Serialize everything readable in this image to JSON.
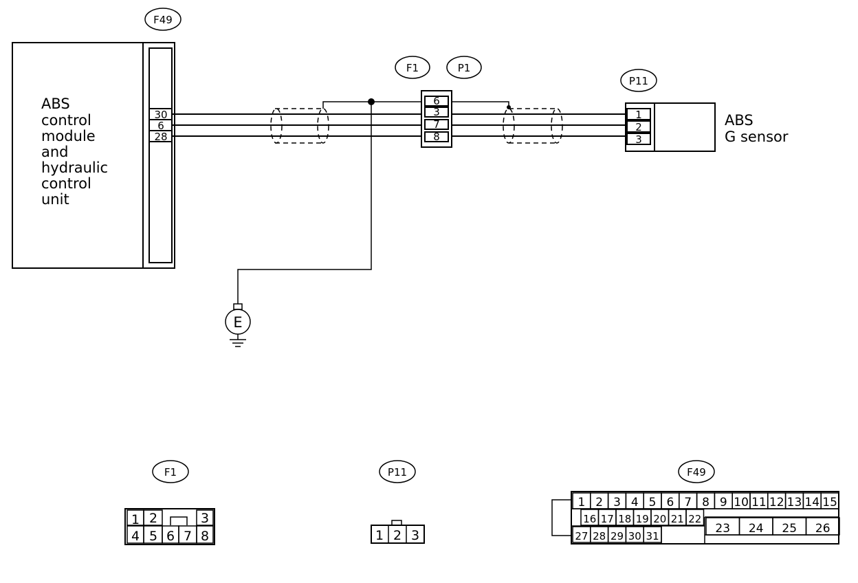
{
  "connectors": {
    "f49": "F49",
    "f1": "F1",
    "p1": "P1",
    "p11": "P11"
  },
  "abs_module": {
    "line1": "ABS",
    "line2": "control",
    "line3": "module",
    "line4": "and",
    "line5": "hydraulic",
    "line6": "control",
    "line7": "unit",
    "pins": [
      "30",
      "6",
      "28"
    ]
  },
  "junction_pins": [
    "6",
    "3",
    "7",
    "8"
  ],
  "g_sensor": {
    "line1": "ABS",
    "line2": "G sensor",
    "pins": [
      "1",
      "2",
      "3"
    ]
  },
  "ground": "E",
  "f1_face": {
    "top": [
      "1",
      "2",
      "3"
    ],
    "bottom": [
      "4",
      "5",
      "6",
      "7",
      "8"
    ]
  },
  "p11_face": [
    "1",
    "2",
    "3"
  ],
  "f49_face": {
    "row1": [
      "1",
      "2",
      "3",
      "4",
      "5",
      "6",
      "7",
      "8",
      "9",
      "10",
      "11",
      "12",
      "13",
      "14",
      "15"
    ],
    "row2": [
      "16",
      "17",
      "18",
      "19",
      "20",
      "21",
      "22"
    ],
    "row2_big": [
      "23",
      "24",
      "25",
      "26"
    ],
    "row3": [
      "27",
      "28",
      "29",
      "30",
      "31"
    ]
  }
}
